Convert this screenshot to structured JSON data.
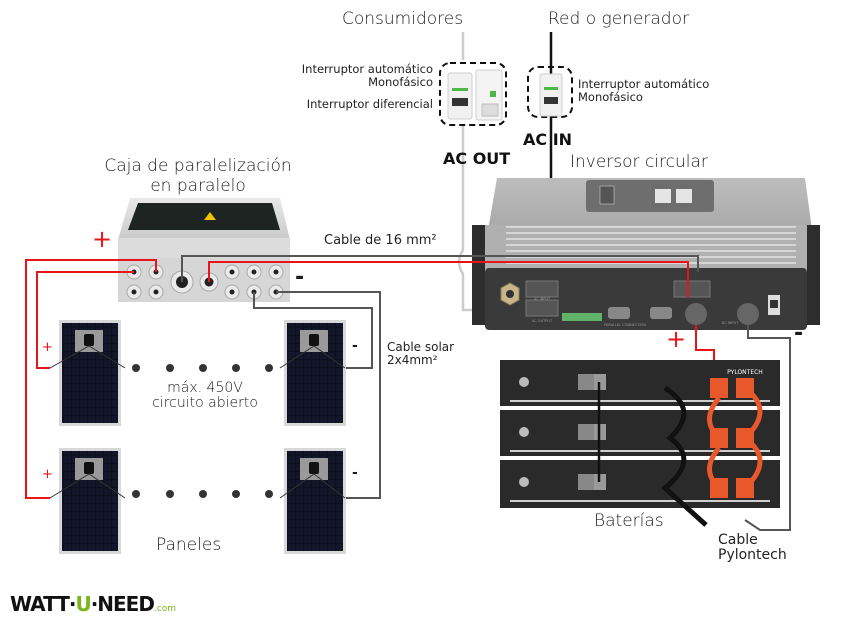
{
  "labels": {
    "consumidores": "Consumidores",
    "red_generador": "Red o generador",
    "breaker_out_line1": "Interruptor automático",
    "breaker_out_line2": "Monofásico",
    "differential": "Interruptor diferencial",
    "breaker_in_line1": "Interruptor automático",
    "breaker_in_line2": "Monofásico",
    "ac_out": "AC OUT",
    "ac_in": "AC IN",
    "inverter": "Inversor circular",
    "combiner_line1": "Caja de paralelización",
    "combiner_line2": "en paralelo",
    "cable_16": "Cable de 16 mm²",
    "cable_solar_line1": "Cable solar",
    "cable_solar_line2": "2x4mm²",
    "max_voltage_line1": "máx. 450V",
    "max_voltage_line2": "circuito abierto",
    "panels": "Paneles",
    "batteries": "Baterías",
    "pylontech_line1": "Cable",
    "pylontech_line2": "Pylontech",
    "battery_brand": "PYLONTECH",
    "plus": "+",
    "minus": "-"
  },
  "inverter_ports": {
    "ac_input": "AC INPUT",
    "ac_output": "AC OUTPUT",
    "parallel": "PARALLEL CONNECTION",
    "dc_input": "DC INPUT"
  },
  "logo": {
    "part1": "WATT·",
    "part2": "U",
    "part3": "·NEED",
    "suffix": ".com"
  },
  "colors": {
    "positive_wire": "#e8141b",
    "negative_wire": "#555555",
    "ac_wire": "#111111",
    "ac_out_wire": "#cccccc",
    "battery_orange": "#e8582a",
    "brand_green": "#7ab51d"
  }
}
